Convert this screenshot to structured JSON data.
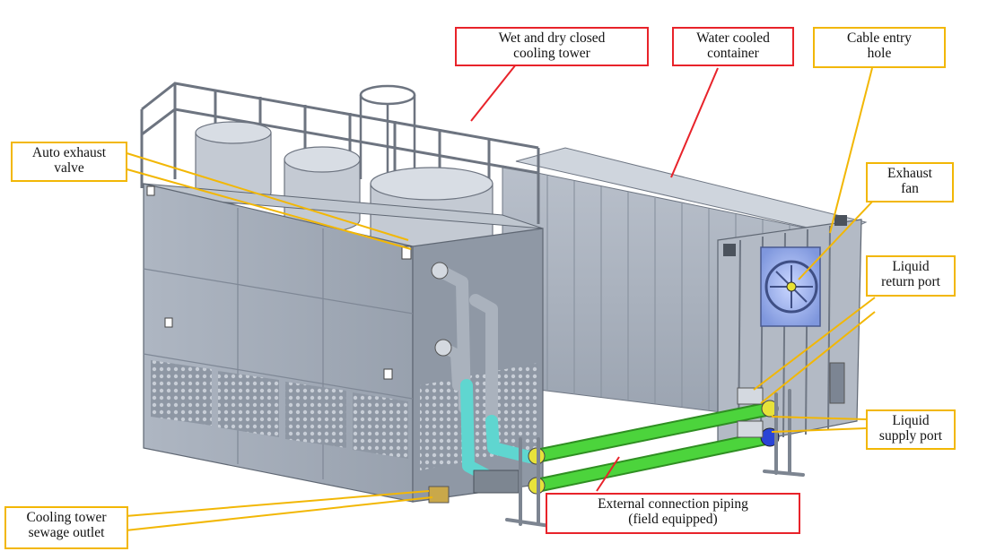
{
  "colors": {
    "callout_red": "#e8232a",
    "callout_yellow": "#f2b705",
    "pipe_green": "#4cd43c",
    "pipe_cyan": "#5fd6d0",
    "body_gray": "#a9b1bd",
    "fan_blue": "#8fa6e8"
  },
  "labels": {
    "cooling_tower": {
      "line1": "Wet and dry closed",
      "line2": "cooling tower"
    },
    "container": {
      "line1": "Water cooled",
      "line2": "container"
    },
    "cable_entry": {
      "line1": "Cable entry",
      "line2": "hole"
    },
    "auto_exhaust": {
      "line1": "Auto exhaust",
      "line2": "valve"
    },
    "exhaust_fan": {
      "line1": "Exhaust",
      "line2": "fan"
    },
    "liquid_return": {
      "line1": "Liquid",
      "line2": "return port"
    },
    "liquid_supply": {
      "line1": "Liquid",
      "line2": "supply port"
    },
    "external_piping": {
      "line1": "External connection piping",
      "line2": "(field equipped)"
    },
    "sewage_outlet": {
      "line1": "Cooling tower",
      "line2": "sewage outlet"
    }
  }
}
